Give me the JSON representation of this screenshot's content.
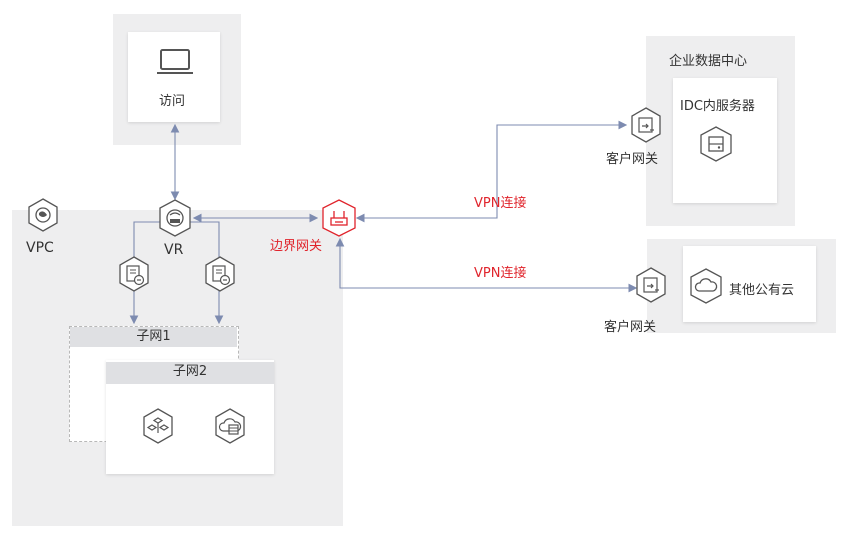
{
  "access": {
    "label": "访问"
  },
  "vpc": {
    "label": "VPC"
  },
  "vr": {
    "label": "VR"
  },
  "border_gateway": {
    "label": "边界网关"
  },
  "vpn_top": {
    "label": "VPN连接"
  },
  "vpn_bottom": {
    "label": "VPN连接"
  },
  "idc": {
    "title": "企业数据中心",
    "server_label": "IDC内服务器",
    "gateway_label": "客户网关"
  },
  "public_cloud": {
    "label": "其他公有云",
    "gateway_label": "客户网关"
  },
  "subnet1": {
    "label": "子网1"
  },
  "subnet2": {
    "label": "子网2"
  },
  "colors": {
    "line": "#7d8bb0",
    "accent_red": "#e0242c",
    "panel": "#eeeeef",
    "icon": "#555555"
  }
}
